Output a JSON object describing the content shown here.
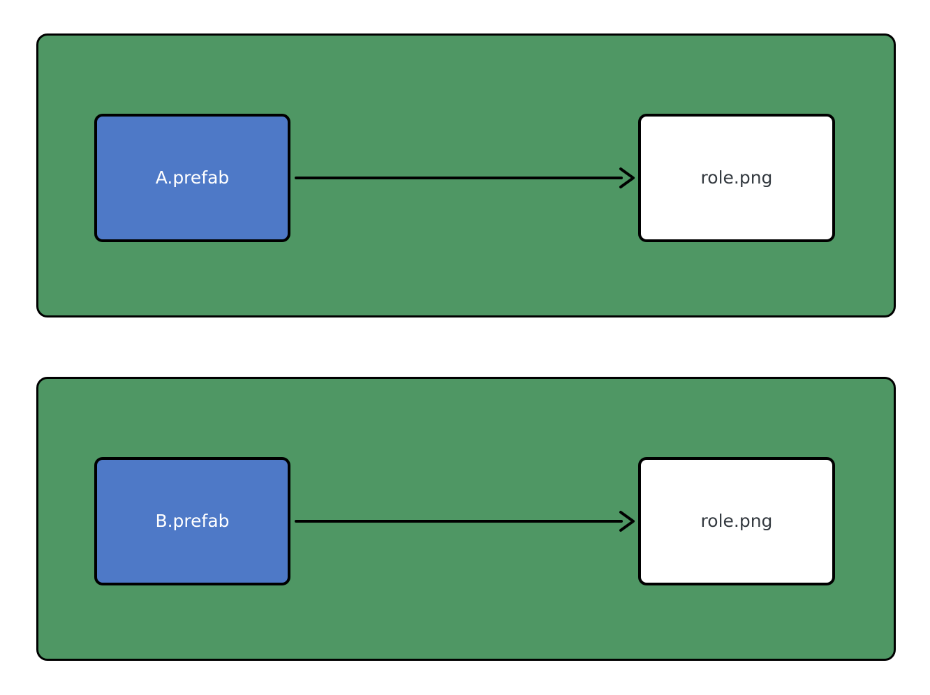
{
  "diagram": {
    "type": "dependency-diagram",
    "panels": [
      {
        "name": "panel-a",
        "source": {
          "label": "A.prefab"
        },
        "target": {
          "label": "role.png"
        },
        "relation": "arrow-right"
      },
      {
        "name": "panel-b",
        "source": {
          "label": "B.prefab"
        },
        "target": {
          "label": "role.png"
        },
        "relation": "arrow-right"
      }
    ],
    "colors": {
      "panel_fill": "#4f9764",
      "panel_border": "#000000",
      "source_fill": "#4e79c7",
      "source_text": "#ffffff",
      "target_fill": "#ffffff",
      "target_text": "#343a40",
      "arrow_stroke": "#000000",
      "page_background": "#ffffff"
    }
  }
}
